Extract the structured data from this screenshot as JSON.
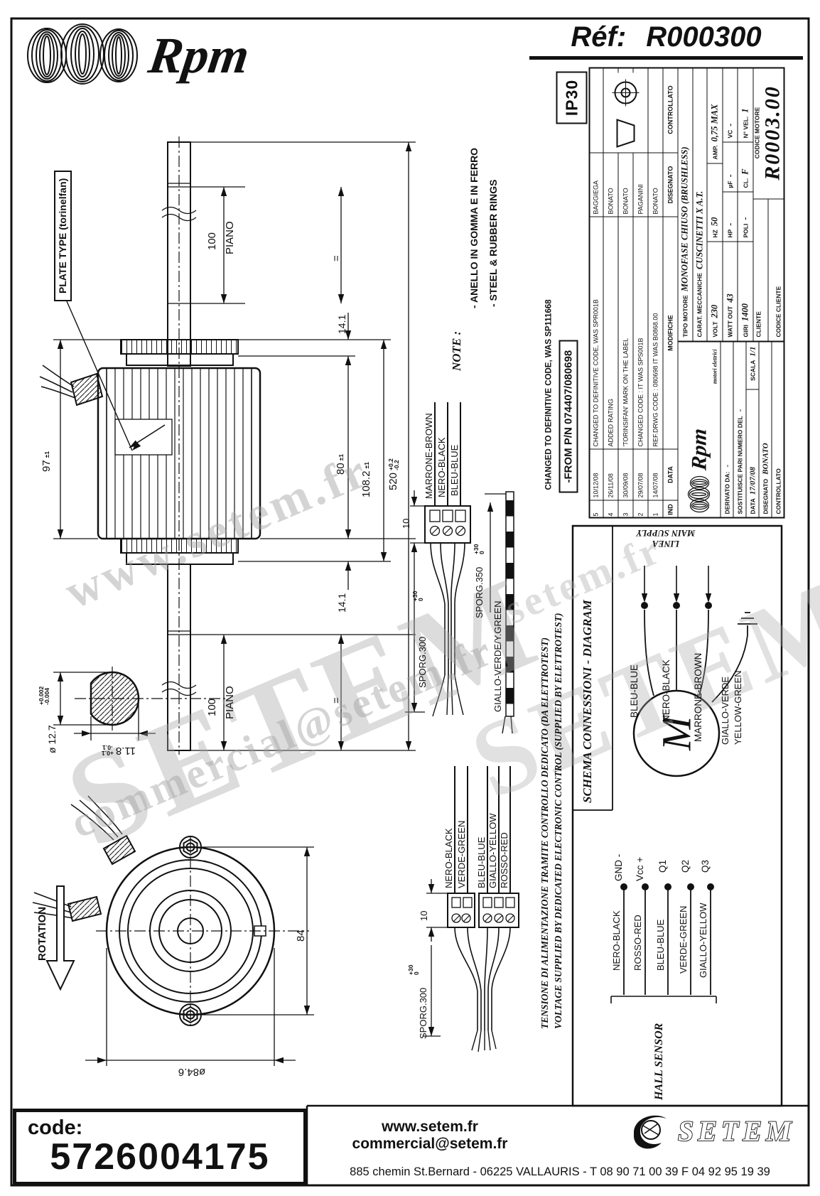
{
  "header": {
    "brand": "Rpm",
    "tagline": "motori elettrici",
    "ref_label": "Réf:",
    "ref_value": "R000300"
  },
  "watermark": {
    "web": "www.setem.fr",
    "brand": "SETEM",
    "email": "commercial@setem.fr",
    "web2": "setem.fr"
  },
  "drawing": {
    "plate_label": "PLATE TYPE (torinelfan)",
    "note_title": "NOTE :",
    "note_item1": "- ANELLO IN GOMMA E IN FERRO",
    "note_item2": "- STEEL & RUBBER RINGS",
    "dim_100_top": "100",
    "piano_top": "PIANO",
    "dim_14_1_top": "14.1",
    "dim_14_1_bot": "14.1",
    "dim_80": "80",
    "dim_80_tol": "±1",
    "dim_108_2": "108.2",
    "dim_108_2_tol": "±1",
    "dim_520": "520",
    "dim_520_tol_up": "+0.2",
    "dim_520_tol_dn": "-0.2",
    "equal": "=",
    "dim_97": "97",
    "dim_97_tol": "±1",
    "dim_100_bot": "100",
    "piano_bot": "PIANO",
    "shaft_dia": "ø 12.7",
    "shaft_dia_tol_up": "+0.002",
    "shaft_dia_tol_dn": "-0.004",
    "shaft_flat": "11.8",
    "shaft_flat_tol_up": "+0.1",
    "shaft_flat_tol_dn": "-0.1",
    "rotation": "ROTATION",
    "dim_84": "84",
    "dim_84_6": "ø84.6"
  },
  "main_cable": {
    "wire_brown": "MARRONE-BROWN",
    "wire_black": "NERO-BLACK",
    "wire_blue": "BLEU-BLUE",
    "earth": "GIALLO-VERDE/Y.GREEN",
    "dim_10": "10",
    "sporg_300": "SPORG.300",
    "sporg_350": "SPORG.350",
    "tol_up": "+30",
    "tol_dn": "0"
  },
  "hall_cable": {
    "wire_black": "NERO-BLACK",
    "wire_green": "VERDE-GREEN",
    "wire_blue": "BLEU-BLUE",
    "wire_yellow": "GIALLO-YELLOW",
    "wire_red": "ROSSO-RED",
    "dim_10": "10",
    "sporg_300": "SPORG.300",
    "tol_up": "+30",
    "tol_dn": "0"
  },
  "supply_note": {
    "it": "TENSIONE DI ALIMENTAZIONE TRAMITE CONTROLLO DEDICATO (DA ELETTROTEST)",
    "en": "VOLTAGE SUPPLIED BY DEDICATED ELECTRONIC CONTROL (SUPPLIED BY ELETTROTEST)"
  },
  "schema": {
    "title": "SCHEMA CONNESSIONI - DIAGRAM",
    "linea": "LINEA",
    "main_supply": "MAIN SUPPLY",
    "motor_letter": "M",
    "wire_blue": "BLEU-BLUE",
    "wire_black": "NERO-BLACK",
    "wire_brown": "MARRONE-BROWN",
    "earth1": "GIALLO-VERDE",
    "earth2": "YELLOW-GREEN",
    "hall_title": "HALL SENSOR",
    "signals": [
      "GND  -",
      "Vcc  +",
      "Q1",
      "Q2",
      "Q3"
    ],
    "hall_wires": [
      "NERO-BLACK",
      "ROSSO-RED",
      "BLEU-BLUE",
      "VERDE-GREEN",
      "GIALLO-YELLOW"
    ]
  },
  "title_block": {
    "note_changed": "CHANGED TO DEFINITIVE CODE, WAS SP111668",
    "note_from": "-FROM P/N  074407/080698",
    "ip_rating": "IP30",
    "revision": {
      "headers": {
        "ind": "IND",
        "data": "DATA",
        "modifiche": "MODIFICHE",
        "disegnato": "DISEGNATO",
        "controllato": "CONTROLLATO"
      },
      "rows": [
        {
          "ind": "5",
          "date": "10/12/08",
          "text": "CHANGED TO DEFINITIVE CODE, WAS SPR001B",
          "by": "BAGGIEGA"
        },
        {
          "ind": "4",
          "date": "26/11/08",
          "text": "ADDED RATING",
          "by": "BONATO"
        },
        {
          "ind": "3",
          "date": "30/09/08",
          "text": "'TORINSIFAN' MARK ON THE LABEL",
          "by": "BONATO"
        },
        {
          "ind": "2",
          "date": "29/07/08",
          "text": "CHANGED CODE : IT WAS SPS001B",
          "by": "PAGANINI"
        },
        {
          "ind": "1",
          "date": "14/07/08",
          "text": "REF.DRWG CODE : 080698 IT WAS B0868.00",
          "by": "BONATO"
        }
      ]
    },
    "brand": "Rpm",
    "brand_sub": "motori elettrici",
    "derivato_label": "DERIVATO DA:",
    "derivato_value": "-",
    "sostituisce_label": "SOSTITUISCE PARI NUMERO DEL",
    "sostituisce_value": "-",
    "data_label": "DATA",
    "data_value": "17/07/08",
    "scala_label": "SCALA",
    "scala_value": "1/1",
    "disegnato_label": "DISEGNATO",
    "disegnato_value": "BONATO",
    "controllato_label": "CONTROLLATO",
    "controllato_value": "",
    "tipo_label": "TIPO MOTORE",
    "tipo_value": "MONOFASE CHIUSO (BRUSHLESS)",
    "carat_label": "CARAT. MECCANICHE",
    "carat_value": "CUSCINETTI X A.T.",
    "volt_label": "VOLT",
    "volt_value": "230",
    "hz_label": "HZ",
    "hz_value": "50",
    "amp_label": "AMP.",
    "amp_value": "0,75 MAX",
    "watt_label": "WATT OUT",
    "watt_value": "43",
    "hp_label": "HP",
    "hp_value": "-",
    "uf_label": "µF",
    "uf_value": "-",
    "vc_label": "VC",
    "vc_value": "-",
    "giri_label": "GIRI",
    "giri_value": "1400",
    "poli_label": "POLI",
    "poli_value": "-",
    "cl_label": "CL.",
    "cl_value": "F",
    "nvel_label": "N° VEL.",
    "nvel_value": "1",
    "cliente_label": "CLIENTE",
    "codice_motore_label": "CODICE MOTORE",
    "codice_motore_value": "R0003.00",
    "codice_cliente_label": "CODICE CLIENTE"
  },
  "footer": {
    "code_label": "code:",
    "code_value": "5726004175",
    "website": "www.setem.fr",
    "email": "commercial@setem.fr",
    "brand": "SETEM",
    "address": "885 chemin St.Bernard  -  06225 VALLAURIS  -  T 08 90 71 00 39   F 04 92 95 19 39"
  }
}
